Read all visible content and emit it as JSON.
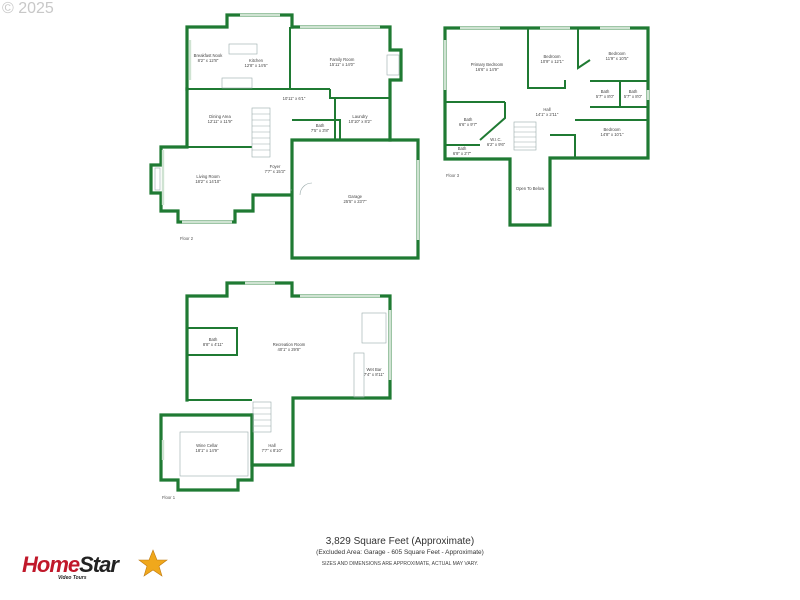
{
  "copyright": "© 2025",
  "floors": {
    "floor2": {
      "label": "Floor 2",
      "rooms": [
        {
          "name": "Breakfast Nook",
          "dim": "8'2\" x 12'8\""
        },
        {
          "name": "Kitchen",
          "dim": "12'8\" x 14'6\""
        },
        {
          "name": "Family Room",
          "dim": "15'11\" x 14'0\""
        },
        {
          "name": "",
          "dim": "10'11\" x 6'1\""
        },
        {
          "name": "Dining Area",
          "dim": "12'11\" x 11'9\""
        },
        {
          "name": "Bath",
          "dim": "7'5\" x 3'8\""
        },
        {
          "name": "Laundry",
          "dim": "10'10\" x 8'2\""
        },
        {
          "name": "Living Room",
          "dim": "18'2\" x 14'10\""
        },
        {
          "name": "Foyer",
          "dim": "7'7\" x 15'3\""
        },
        {
          "name": "Garage",
          "dim": "25'5\" x 23'7\""
        }
      ]
    },
    "floor3": {
      "label": "Floor 3",
      "rooms": [
        {
          "name": "Primary Bedroom",
          "dim": "16'6\" x 14'9\""
        },
        {
          "name": "Bedroom",
          "dim": "10'9\" x 12'1\""
        },
        {
          "name": "Bedroom",
          "dim": "11'9\" x 10'5\""
        },
        {
          "name": "Bath",
          "dim": "5'7\" x 8'0\""
        },
        {
          "name": "Bath",
          "dim": "5'7\" x 8'0\""
        },
        {
          "name": "Hall",
          "dim": "14'1\" x 2'11\""
        },
        {
          "name": "Bath",
          "dim": "6'6\" x 9'7\""
        },
        {
          "name": "W.I.C.",
          "dim": "6'2\" x 9'6\""
        },
        {
          "name": "Bath",
          "dim": "6'9\" x 2'7\""
        },
        {
          "name": "Bedroom",
          "dim": "14'8\" x 10'1\""
        },
        {
          "name": "Open To Below",
          "dim": ""
        }
      ]
    },
    "floor1": {
      "label": "Floor 1",
      "rooms": [
        {
          "name": "Bath",
          "dim": "8'8\" x 4'11\""
        },
        {
          "name": "Recreation Room",
          "dim": "40'1\" x 29'8\""
        },
        {
          "name": "Wet Bar",
          "dim": "7'4\" x 8'11\""
        },
        {
          "name": "Wine Cellar",
          "dim": "18'1\" x 14'9\""
        },
        {
          "name": "Hall",
          "dim": "7'7\" x 8'10\""
        }
      ]
    }
  },
  "summary": {
    "total": "3,829 Square Feet (Approximate)",
    "excluded": "(Excluded Area: Garage - 605 Square Feet - Approximate)",
    "disclaimer": "SIZES AND DIMENSIONS ARE APPROXIMATE, ACTUAL MAY VARY."
  },
  "logo": {
    "text": "HomeStar",
    "subtext": "Video Tours"
  },
  "colors": {
    "wall": "#1f7a33",
    "logo_red": "#c0182a",
    "logo_star": "#f0a81c"
  }
}
